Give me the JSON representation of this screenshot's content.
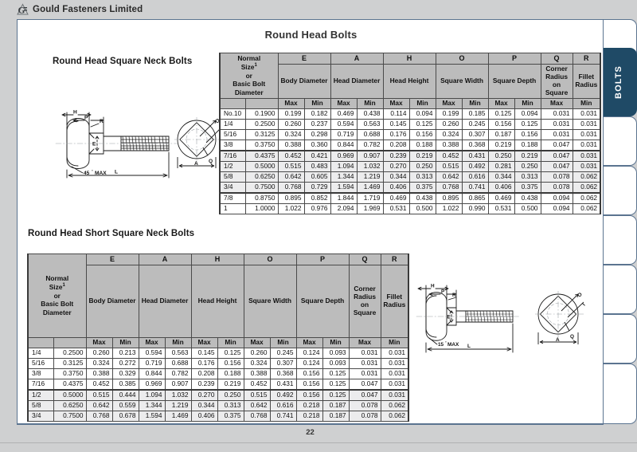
{
  "brand": {
    "name": "Gould Fasteners Limited",
    "logo_icon": "g-monogram-logo"
  },
  "page": {
    "title": "Round Head Bolts",
    "number": "22"
  },
  "tabs": {
    "active_label": "BOLTS",
    "inactive_count": 7
  },
  "sections": [
    {
      "id": "square-neck",
      "heading": "Round Head Square Neck Bolts",
      "diagram_labels": [
        "H",
        "P",
        "R",
        "E",
        "45°MAX",
        "L",
        "O",
        "Q",
        "A"
      ],
      "table": {
        "size_header": [
          "Normal",
          "Size",
          "or",
          "Basic Bolt",
          "Diameter"
        ],
        "size_header_sup": "1",
        "letters": [
          "E",
          "A",
          "H",
          "O",
          "P",
          "Q",
          "R"
        ],
        "names": [
          "Body Diameter",
          "Head Diameter",
          "Head Height",
          "Square Width",
          "Square Depth",
          "Corner Radius on Square",
          "Fillet Radius"
        ],
        "minmax": [
          "Max",
          "Min",
          "Max",
          "Min",
          "Max",
          "Min",
          "Max",
          "Min",
          "Max",
          "Min",
          "Max",
          "Min"
        ],
        "groups": [
          {
            "shaded": false,
            "rows": [
              {
                "size": "No.10",
                "basic": "0.1900",
                "v": [
                  "0.199",
                  "0.182",
                  "0.469",
                  "0.438",
                  "0.114",
                  "0.094",
                  "0.199",
                  "0.185",
                  "0.125",
                  "0.094",
                  "0.031",
                  "0.031"
                ]
              },
              {
                "size": "1/4",
                "basic": "0.2500",
                "v": [
                  "0.260",
                  "0.237",
                  "0.594",
                  "0.563",
                  "0.145",
                  "0.125",
                  "0.260",
                  "0.245",
                  "0.156",
                  "0.125",
                  "0.031",
                  "0.031"
                ]
              },
              {
                "size": "5/16",
                "basic": "0.3125",
                "v": [
                  "0.324",
                  "0.298",
                  "0.719",
                  "0.688",
                  "0.176",
                  "0.156",
                  "0.324",
                  "0.307",
                  "0.187",
                  "0.156",
                  "0.031",
                  "0.031"
                ]
              },
              {
                "size": "3/8",
                "basic": "0.3750",
                "v": [
                  "0.388",
                  "0.360",
                  "0.844",
                  "0.782",
                  "0.208",
                  "0.188",
                  "0.388",
                  "0.368",
                  "0.219",
                  "0.188",
                  "0.047",
                  "0.031"
                ]
              }
            ]
          },
          {
            "shaded": true,
            "rows": [
              {
                "size": "7/16",
                "basic": "0.4375",
                "v": [
                  "0.452",
                  "0.421",
                  "0.969",
                  "0.907",
                  "0.239",
                  "0.219",
                  "0.452",
                  "0.431",
                  "0.250",
                  "0.219",
                  "0.047",
                  "0.031"
                ]
              },
              {
                "size": "1/2",
                "basic": "0.5000",
                "v": [
                  "0.515",
                  "0.483",
                  "1.094",
                  "1.032",
                  "0.270",
                  "0.250",
                  "0.515",
                  "0.492",
                  "0.281",
                  "0.250",
                  "0.047",
                  "0.031"
                ]
              },
              {
                "size": "5/8",
                "basic": "0.6250",
                "v": [
                  "0.642",
                  "0.605",
                  "1.344",
                  "1.219",
                  "0.344",
                  "0.313",
                  "0.642",
                  "0.616",
                  "0.344",
                  "0.313",
                  "0.078",
                  "0.062"
                ]
              },
              {
                "size": "3/4",
                "basic": "0.7500",
                "v": [
                  "0.768",
                  "0.729",
                  "1.594",
                  "1.469",
                  "0.406",
                  "0.375",
                  "0.768",
                  "0.741",
                  "0.406",
                  "0.375",
                  "0.078",
                  "0.062"
                ]
              }
            ]
          },
          {
            "shaded": false,
            "rows": [
              {
                "size": "7/8",
                "basic": "0.8750",
                "v": [
                  "0.895",
                  "0.852",
                  "1.844",
                  "1.719",
                  "0.469",
                  "0.438",
                  "0.895",
                  "0.865",
                  "0.469",
                  "0.438",
                  "0.094",
                  "0.062"
                ]
              },
              {
                "size": "1",
                "basic": "1.0000",
                "v": [
                  "1.022",
                  "0.976",
                  "2.094",
                  "1.969",
                  "0.531",
                  "0.500",
                  "1.022",
                  "0.990",
                  "0.531",
                  "0.500",
                  "0.094",
                  "0.062"
                ]
              }
            ]
          }
        ]
      }
    },
    {
      "id": "short-square-neck",
      "heading": "Round Head  Short Square Neck Bolts",
      "diagram_labels": [
        "H",
        "P",
        "R",
        "E",
        "15°MAX",
        "L",
        "O",
        "Q",
        "A"
      ],
      "table": {
        "size_header": [
          "Normal",
          "Size",
          "or",
          "Basic Bolt",
          "Diameter"
        ],
        "size_header_sup": "1",
        "letters": [
          "E",
          "A",
          "H",
          "O",
          "P",
          "Q",
          "R"
        ],
        "names": [
          "Body Diameter",
          "Head Diameter",
          "Head Height",
          "Square Width",
          "Square Depth",
          "Corner Radius on Square",
          "Fillet Radius"
        ],
        "minmax": [
          "Max",
          "Min",
          "Max",
          "Min",
          "Max",
          "Min",
          "Max",
          "Min",
          "Max",
          "Min",
          "Max",
          "Min"
        ],
        "groups": [
          {
            "shaded": false,
            "rows": [
              {
                "size": "1/4",
                "basic": "0.2500",
                "v": [
                  "0.260",
                  "0.213",
                  "0.594",
                  "0.563",
                  "0.145",
                  "0.125",
                  "0.260",
                  "0.245",
                  "0.124",
                  "0.093",
                  "0.031",
                  "0.031"
                ]
              },
              {
                "size": "5/16",
                "basic": "0.3125",
                "v": [
                  "0.324",
                  "0.272",
                  "0.719",
                  "0.688",
                  "0.176",
                  "0.156",
                  "0.324",
                  "0.307",
                  "0.124",
                  "0.093",
                  "0.031",
                  "0.031"
                ]
              },
              {
                "size": "3/8",
                "basic": "0.3750",
                "v": [
                  "0.388",
                  "0.329",
                  "0.844",
                  "0.782",
                  "0.208",
                  "0.188",
                  "0.388",
                  "0.368",
                  "0.156",
                  "0.125",
                  "0.031",
                  "0.031"
                ]
              },
              {
                "size": "7/16",
                "basic": "0.4375",
                "v": [
                  "0.452",
                  "0.385",
                  "0.969",
                  "0.907",
                  "0.239",
                  "0.219",
                  "0.452",
                  "0.431",
                  "0.156",
                  "0.125",
                  "0.047",
                  "0.031"
                ]
              }
            ]
          },
          {
            "shaded": true,
            "rows": [
              {
                "size": "1/2",
                "basic": "0.5000",
                "v": [
                  "0.515",
                  "0.444",
                  "1.094",
                  "1.032",
                  "0.270",
                  "0.250",
                  "0.515",
                  "0.492",
                  "0.156",
                  "0.125",
                  "0.047",
                  "0.031"
                ]
              },
              {
                "size": "5/8",
                "basic": "0.6250",
                "v": [
                  "0.642",
                  "0.559",
                  "1.344",
                  "1.219",
                  "0.344",
                  "0.313",
                  "0.642",
                  "0.616",
                  "0.218",
                  "0.187",
                  "0.078",
                  "0.062"
                ]
              },
              {
                "size": "3/4",
                "basic": "0.7500",
                "v": [
                  "0.768",
                  "0.678",
                  "1.594",
                  "1.469",
                  "0.406",
                  "0.375",
                  "0.768",
                  "0.741",
                  "0.218",
                  "0.187",
                  "0.078",
                  "0.062"
                ]
              }
            ]
          }
        ]
      }
    }
  ]
}
